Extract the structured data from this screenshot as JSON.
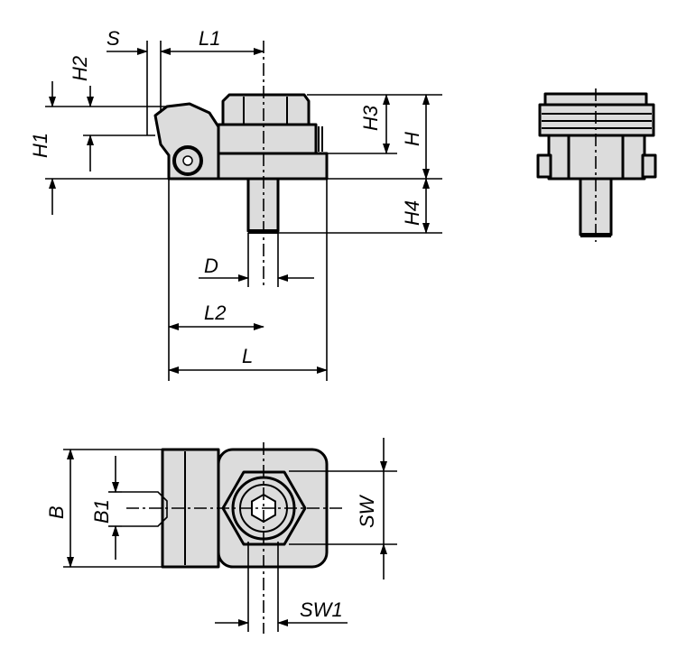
{
  "drawing": {
    "labels": {
      "S": "S",
      "L1": "L1",
      "H2": "H2",
      "H1": "H1",
      "H3": "H3",
      "H": "H",
      "H4": "H4",
      "D": "D",
      "L2": "L2",
      "L": "L",
      "B": "B",
      "B1": "B1",
      "SW": "SW",
      "SW1": "SW1"
    },
    "colors": {
      "fill": "#dcdcdc",
      "line": "#000000"
    }
  }
}
